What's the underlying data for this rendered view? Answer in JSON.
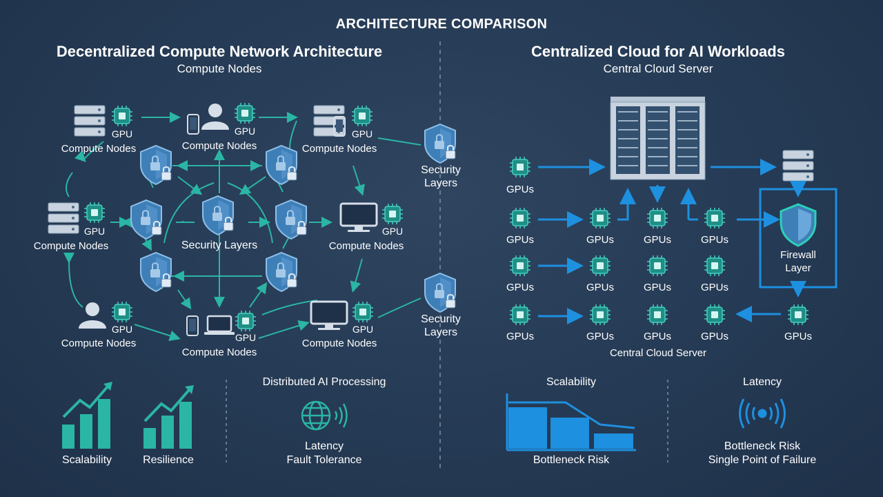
{
  "header": {
    "title": "ARCHITECTURE COMPARISON"
  },
  "left": {
    "title": "Decentralized Compute Network Architecture",
    "subtitle": "Compute Nodes",
    "gpu_label": "GPU",
    "node_label": "Compute Nodes",
    "center_label": "Security Layers",
    "security_label_line1": "Security",
    "security_label_line2": "Layers",
    "bottom": {
      "scalability": "Scalability",
      "resilience": "Resilience",
      "distributed": "Distributed AI Processing",
      "latency": "Latency",
      "fault_tolerance": "Fault Tolerance"
    }
  },
  "right": {
    "title": "Centralized Cloud for AI Workloads",
    "subtitle": "Central Cloud Server",
    "gpus_label": "GPUs",
    "firewall_line1": "Firewall",
    "firewall_line2": "Layer",
    "footer_label": "Central Cloud Server",
    "bottom": {
      "scalability": "Scalability",
      "bottleneck": "Bottleneck Risk",
      "latency": "Latency",
      "bottleneck2": "Bottleneck Risk",
      "single_point": "Single Point of Failure"
    }
  },
  "colors": {
    "teal": "#2bb5a5",
    "blue": "#1e90e0",
    "shield": "#4a8fc9",
    "background": "#26394f"
  }
}
